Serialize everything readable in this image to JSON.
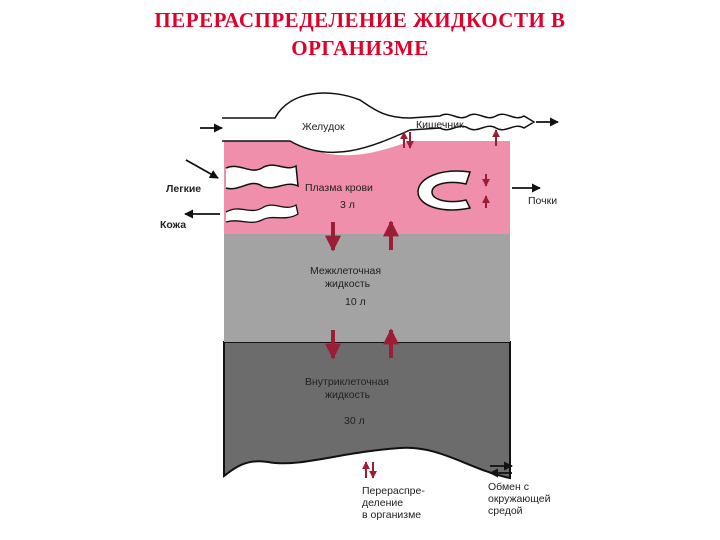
{
  "title": {
    "line1": "ПЕРЕРАСПРЕДЕЛЕНИЕ ЖИДКОСТИ В",
    "line2": "ОРГАНИЗМЕ"
  },
  "labels": {
    "stomach": "Желудок",
    "intestine": "Кишечник",
    "lungs": "Легкие",
    "skin": "Кожа",
    "kidneys": "Почки"
  },
  "compartments": {
    "plasma": {
      "name": "Плазма крови",
      "volume": "3 л",
      "color": "#ef8fab"
    },
    "interstitial": {
      "name_line1": "Межклеточная",
      "name_line2": "жидкость",
      "volume": "10 л",
      "color": "#a3a3a3"
    },
    "intracellular": {
      "name_line1": "Внутриклеточная",
      "name_line2": "жидкость",
      "volume": "30 л",
      "color": "#6c6c6c"
    }
  },
  "legend": {
    "redistribution": [
      "Перераспре-",
      "деление",
      "в организме"
    ],
    "exchange": [
      "Обмен с",
      "окружающей",
      "средой"
    ]
  },
  "colors": {
    "title": "#e0002a",
    "arrow_red": "#9c1e34",
    "arrow_black": "#111111"
  }
}
